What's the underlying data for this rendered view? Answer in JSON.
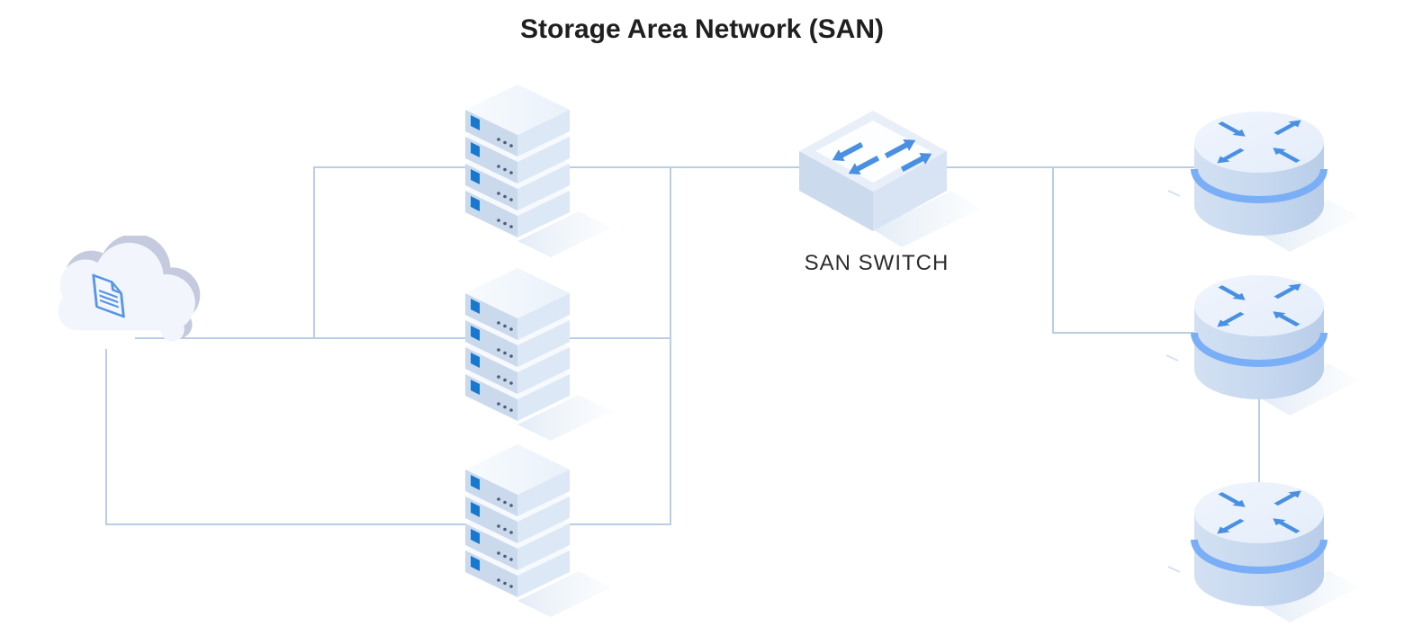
{
  "title": "Storage Area Network (SAN)",
  "labels": {
    "san_switch": "SAN SWITCH"
  },
  "diagram": {
    "type": "network-topology",
    "nodes": [
      {
        "id": "cloud-storage",
        "kind": "cloud",
        "icon": "document-icon"
      },
      {
        "id": "server-stack-1",
        "kind": "server-stack",
        "units": 4,
        "led_per_unit": 1
      },
      {
        "id": "server-stack-2",
        "kind": "server-stack",
        "units": 4,
        "led_per_unit": 1
      },
      {
        "id": "server-stack-3",
        "kind": "server-stack",
        "units": 4,
        "led_per_unit": 1
      },
      {
        "id": "san-switch",
        "kind": "switch",
        "label": "SAN SWITCH",
        "icon": "switch-arrows-icon"
      },
      {
        "id": "router-1",
        "kind": "router",
        "icon": "router-arrows-icon"
      },
      {
        "id": "router-2",
        "kind": "router",
        "icon": "router-arrows-icon"
      },
      {
        "id": "router-3",
        "kind": "router",
        "icon": "router-arrows-icon"
      }
    ],
    "edges": [
      [
        "cloud-storage",
        "server-stack-1"
      ],
      [
        "cloud-storage",
        "server-stack-2"
      ],
      [
        "cloud-storage",
        "server-stack-3"
      ],
      [
        "server-stack-1",
        "san-switch"
      ],
      [
        "server-stack-2",
        "san-switch"
      ],
      [
        "server-stack-3",
        "san-switch"
      ],
      [
        "san-switch",
        "router-1"
      ],
      [
        "san-switch",
        "router-2"
      ],
      [
        "router-2",
        "router-3"
      ]
    ]
  },
  "colors": {
    "accent_blue": "#4a90e2",
    "led_blue": "#1778cd",
    "band_blue": "#7aaef6",
    "connection_line": "#b9cee6",
    "face_left": "#ccdaee",
    "face_right": "#dde8f6",
    "face_top": "#f2f7fc",
    "cloud_depth": "#c5cade",
    "soft_shadow": "#dbe6f3",
    "title_text": "#1f1f1f",
    "label_text": "#2d2d2d"
  }
}
